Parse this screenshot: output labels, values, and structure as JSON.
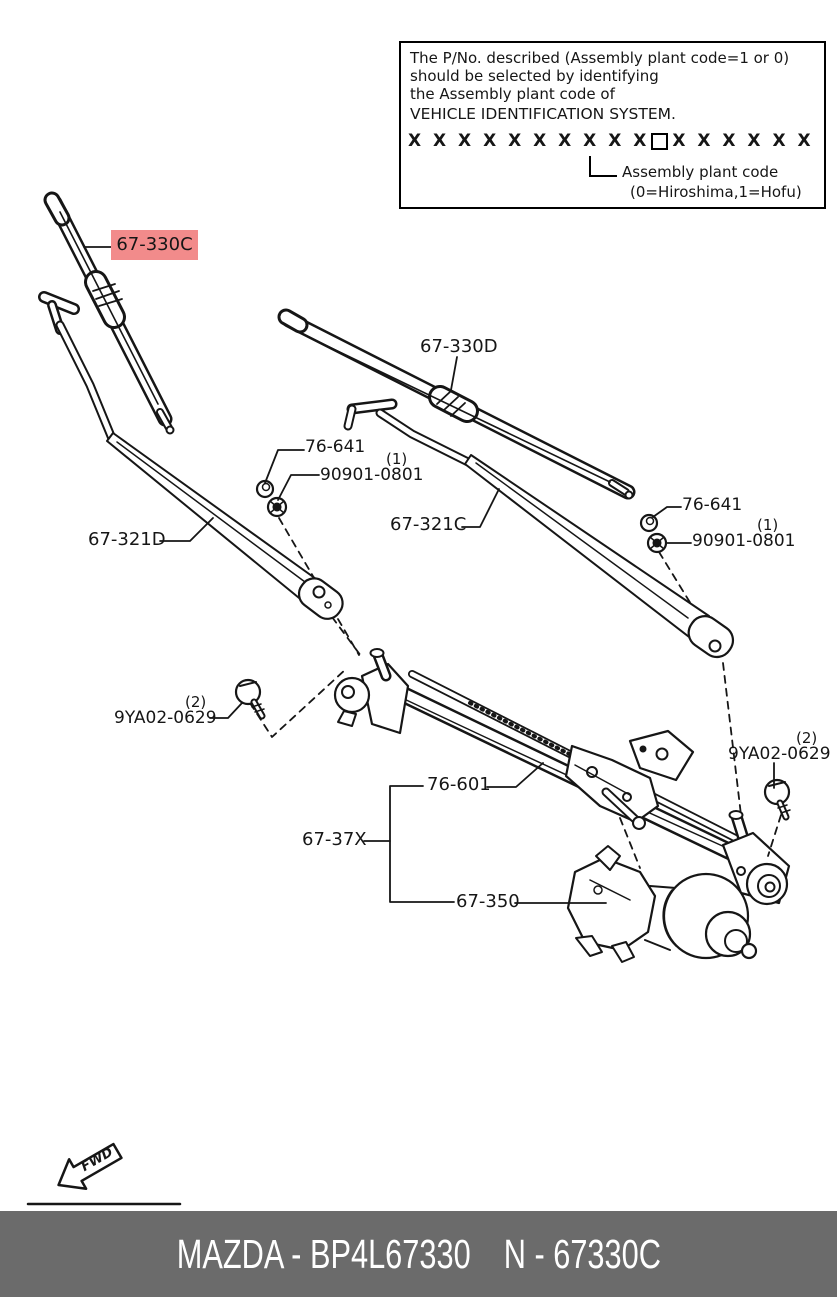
{
  "note_box": {
    "lines": [
      "The P/No. described (Assembly plant code=1 or 0)",
      "should be selected by identifying",
      "the Assembly plant code of",
      "VEHICLE IDENTIFICATION SYSTEM."
    ],
    "vin_mask_prefix": "X X X X X X X X X X",
    "vin_mask_suffix": "X X X X X X",
    "plant_code_label": "Assembly plant code",
    "plant_code_values": "(0=Hiroshima,1=Hofu)"
  },
  "callouts": {
    "blade_left": "67-330C",
    "blade_right": "67-330D",
    "arm_left": "67-321D",
    "arm_right": "67-321C",
    "cap_left": "76-641",
    "cap_right": "76-641",
    "nut_left": "90901-0801",
    "nut_right": "90901-0801",
    "nut_qty_left": "(1)",
    "nut_qty_right": "(1)",
    "bolt_left": "9YA02-0629",
    "bolt_right": "9YA02-0629",
    "bolt_qty_left": "(2)",
    "bolt_qty_right": "(2)",
    "linkage": "76-601",
    "group": "67-37X",
    "motor": "67-350"
  },
  "highlight_color": "#f28b8b",
  "fwd_arrow": {
    "label": "FWD"
  },
  "footer": {
    "left": "MAZDA - BP4L67330",
    "right": "N - 67330C",
    "bg_color": "#6b6b6b"
  }
}
